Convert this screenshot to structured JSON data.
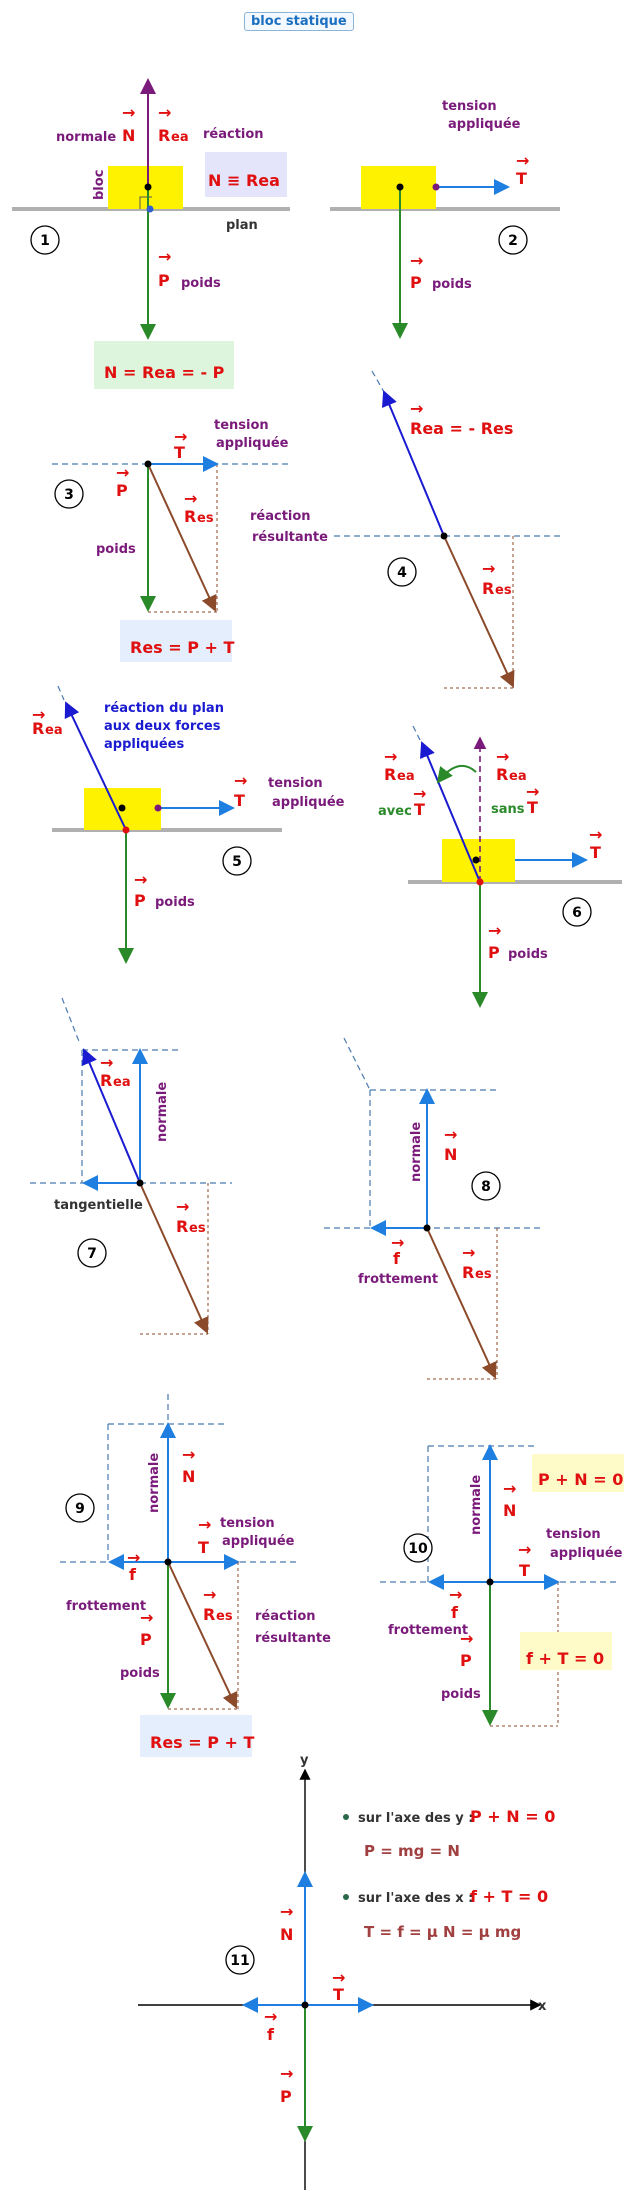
{
  "title": "bloc statique",
  "colors": {
    "normal": "#1e7fe0",
    "weight": "#2a8a2a",
    "reaction_ea": "#1a1ad0",
    "reaction_es": "#8b4a2a",
    "reaction_sans": "#7a1a7a",
    "tension": "#1e7fe0",
    "block": "#fff200",
    "plane": "#b0b0b0",
    "label": "#7a1a7a",
    "vector_text": "#e01010",
    "eq_box_green": "#ddf5dd",
    "eq_box_blue": "#e4eefc",
    "eq_box_yellow": "#fffbc8",
    "eq_box_lavender": "#e4e4fa"
  },
  "labels": {
    "normale": "normale",
    "reaction": "réaction",
    "plan": "plan",
    "bloc": "bloc",
    "poids": "poids",
    "tension": "tension",
    "appliquee": "appliquée",
    "reaction_resultante_1": "réaction",
    "reaction_resultante_2": "résultante",
    "reaction_plan_1": "réaction du plan",
    "reaction_plan_2": "aux deux forces",
    "reaction_plan_3": "appliquées",
    "avec": "avec",
    "sans": "sans",
    "tangentielle": "tangentielle",
    "frottement": "frottement"
  },
  "symbols": {
    "N": "N",
    "R": "R",
    "ea": "ea",
    "es": "es",
    "P": "P",
    "T": "T",
    "f": "f",
    "arrow": "→"
  },
  "panel_numbers": [
    "1",
    "2",
    "3",
    "4",
    "5",
    "6",
    "7",
    "8",
    "9",
    "10",
    "11"
  ],
  "equations": {
    "eq1_box": "N ≡ Rea",
    "eq1_main": "N = Rea = - P",
    "eq3": "Res = P + T",
    "eq4": "Rea = - Res",
    "eq9": "Res = P + T",
    "eq10a": "P + N = 0",
    "eq10b": "f + T = 0",
    "eq11_ylabel": "sur l'axe des y :",
    "eq11_y": "P + N = 0",
    "eq11_y2": "P = mg = N",
    "eq11_xlabel": "sur l'axe des x :",
    "eq11_x": "f + T = 0",
    "eq11_x2": "T = f = μ N = μ mg",
    "axis_x": "x",
    "axis_y": "y"
  }
}
